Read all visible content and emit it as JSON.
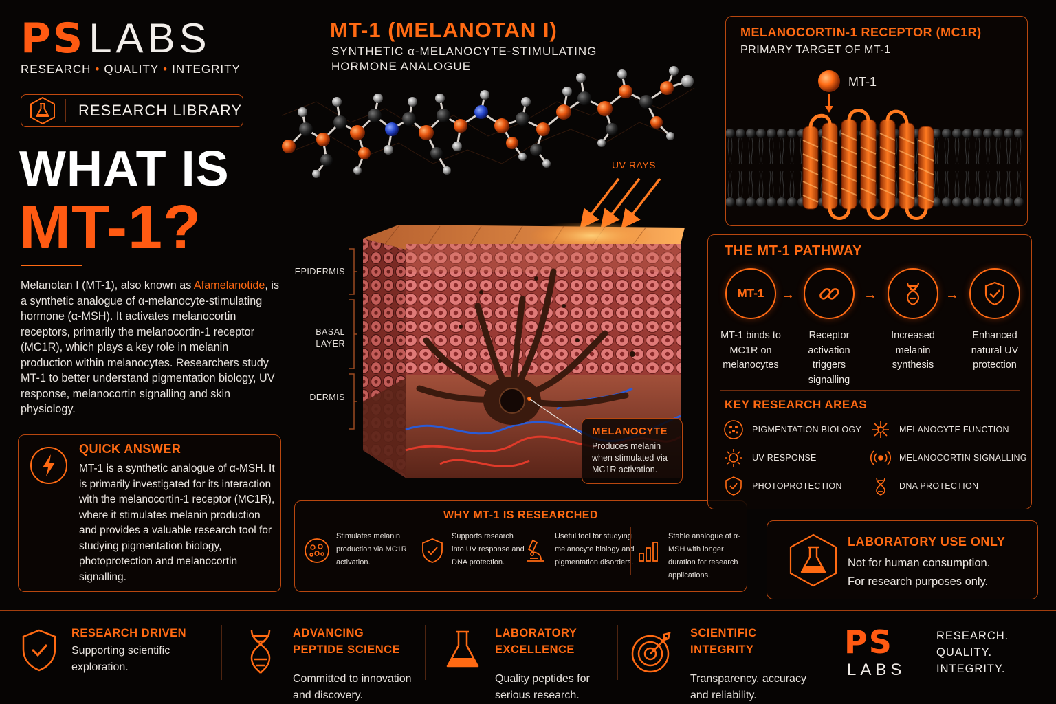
{
  "brand": {
    "ps": "PS",
    "labs": "LABS",
    "tagline": [
      "RESEARCH",
      "QUALITY",
      "INTEGRITY"
    ],
    "tagline_sep": "•"
  },
  "library_label": "RESEARCH LIBRARY",
  "headline": {
    "line1": "WHAT IS",
    "line2": "MT-1?"
  },
  "intro": {
    "before": "Melanotan I (MT-1), also known as ",
    "highlight": "Afamelanotide",
    "after": ", is a synthetic analogue of α-melanocyte-stimulating hormone (α-MSH). It activates melanocortin receptors, primarily the melanocortin-1 receptor (MC1R), which plays a key role in melanin production within melanocytes. Researchers study MT-1 to better understand pigmentation biology, UV response, melanocortin signalling and skin physiology."
  },
  "quick_answer": {
    "title": "QUICK ANSWER",
    "text": "MT-1 is a synthetic analogue of α-MSH. It is primarily investigated for its interaction with the melanocortin-1 receptor (MC1R), where it stimulates melanin production and provides a valuable research tool for studying pigmentation biology, photoprotection and melanocortin signalling."
  },
  "title": {
    "main": "MT-1 (MELANOTAN I)",
    "sub": "SYNTHETIC α-MELANOCYTE-STIMULATING HORMONE ANALOGUE"
  },
  "skin": {
    "uv_label": "UV RAYS",
    "layers": [
      "EPIDERMIS",
      "BASAL LAYER",
      "DERMIS"
    ],
    "melanocyte_title": "MELANOCYTE",
    "melanocyte_text": "Produces melanin when stimulated via MC1R activation."
  },
  "why": {
    "title": "WHY MT-1 IS RESEARCHED",
    "items": [
      {
        "icon": "cells-icon",
        "text": "Stimulates melanin production via MC1R activation."
      },
      {
        "icon": "shield-check-icon",
        "text": "Supports research into UV response and DNA protection."
      },
      {
        "icon": "microscope-icon",
        "text": "Useful tool for studying melanocyte biology and pigmentation disorders."
      },
      {
        "icon": "bar-chart-icon",
        "text": "Stable analogue of α-MSH with longer duration for research applications."
      }
    ]
  },
  "receptor": {
    "title": "MELANOCORTIN-1 RECEPTOR (MC1R)",
    "subtitle": "PRIMARY TARGET OF MT-1",
    "ligand": "MT-1"
  },
  "pathway": {
    "title": "THE MT-1 PATHWAY",
    "step1_badge": "MT-1",
    "steps": [
      {
        "icon": "mt1-icon",
        "text": "MT-1 binds to MC1R on melanocytes"
      },
      {
        "icon": "link-icon",
        "text": "Receptor activation triggers signalling"
      },
      {
        "icon": "dna-icon",
        "text": "Increased melanin synthesis"
      },
      {
        "icon": "shield-check-icon",
        "text": "Enhanced natural UV protection"
      }
    ],
    "areas_title": "KEY RESEARCH AREAS",
    "areas": [
      {
        "icon": "pigment-icon",
        "label": "PIGMENTATION BIOLOGY"
      },
      {
        "icon": "neuron-icon",
        "label": "MELANOCYTE FUNCTION"
      },
      {
        "icon": "sun-icon",
        "label": "UV RESPONSE"
      },
      {
        "icon": "signal-icon",
        "label": "MELANOCORTIN SIGNALLING"
      },
      {
        "icon": "shield-check-icon",
        "label": "PHOTOPROTECTION"
      },
      {
        "icon": "dna-icon",
        "label": "DNA PROTECTION"
      }
    ]
  },
  "lab": {
    "title": "LABORATORY USE ONLY",
    "line1": "Not for human consumption.",
    "line2": "For research purposes only."
  },
  "footer": {
    "items": [
      {
        "icon": "shield-check-icon",
        "title1": "RESEARCH DRIVEN",
        "title2": "",
        "text1": "Supporting scientific",
        "text2": "exploration."
      },
      {
        "icon": "dna-icon",
        "title1": "ADVANCING",
        "title2": "PEPTIDE SCIENCE",
        "text1": "Committed to innovation",
        "text2": "and discovery."
      },
      {
        "icon": "flask-icon",
        "title1": "LABORATORY",
        "title2": "EXCELLENCE",
        "text1": "Quality peptides for",
        "text2": "serious research."
      },
      {
        "icon": "target-icon",
        "title1": "SCIENTIFIC",
        "title2": "INTEGRITY",
        "text1": "Transparency, accuracy",
        "text2": "and reliability."
      }
    ],
    "brand_ps": "PS",
    "brand_labs": "LABS",
    "tag": [
      "RESEARCH.",
      "QUALITY.",
      "INTEGRITY."
    ]
  },
  "colors": {
    "accent": "#ff6a13",
    "background": "#070504",
    "text": "#e9e4df",
    "vein_blue": "#2a5bd6"
  }
}
